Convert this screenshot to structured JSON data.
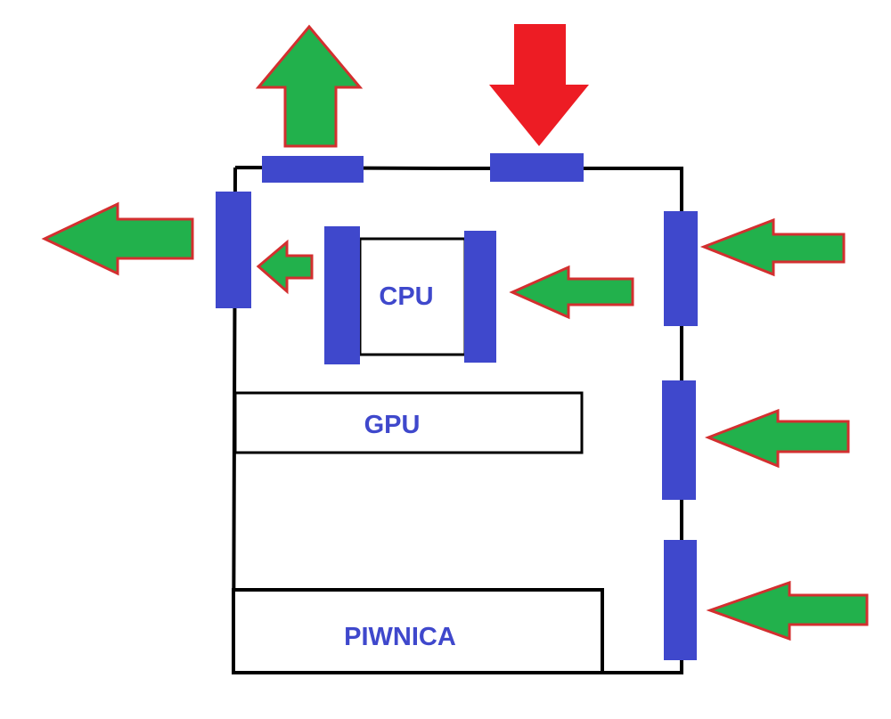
{
  "labels": {
    "cpu": "CPU",
    "gpu": "GPU",
    "basement": "PIWNICA"
  },
  "colors": {
    "background": "#ffffff",
    "case_outline": "#000000",
    "fan": "#3f48cc",
    "label_text": "#3f48cc",
    "airflow_arrow_fill": "#22b14c",
    "airflow_arrow_stroke": "#d32f2f",
    "intake_top_arrow_fill": "#ed1c24"
  },
  "icons": {
    "exhaust_arrow": "arrow-left-icon",
    "top_exhaust_arrow": "arrow-up-icon",
    "top_intake_arrow": "arrow-down-icon",
    "intake_arrow": "arrow-left-icon"
  }
}
